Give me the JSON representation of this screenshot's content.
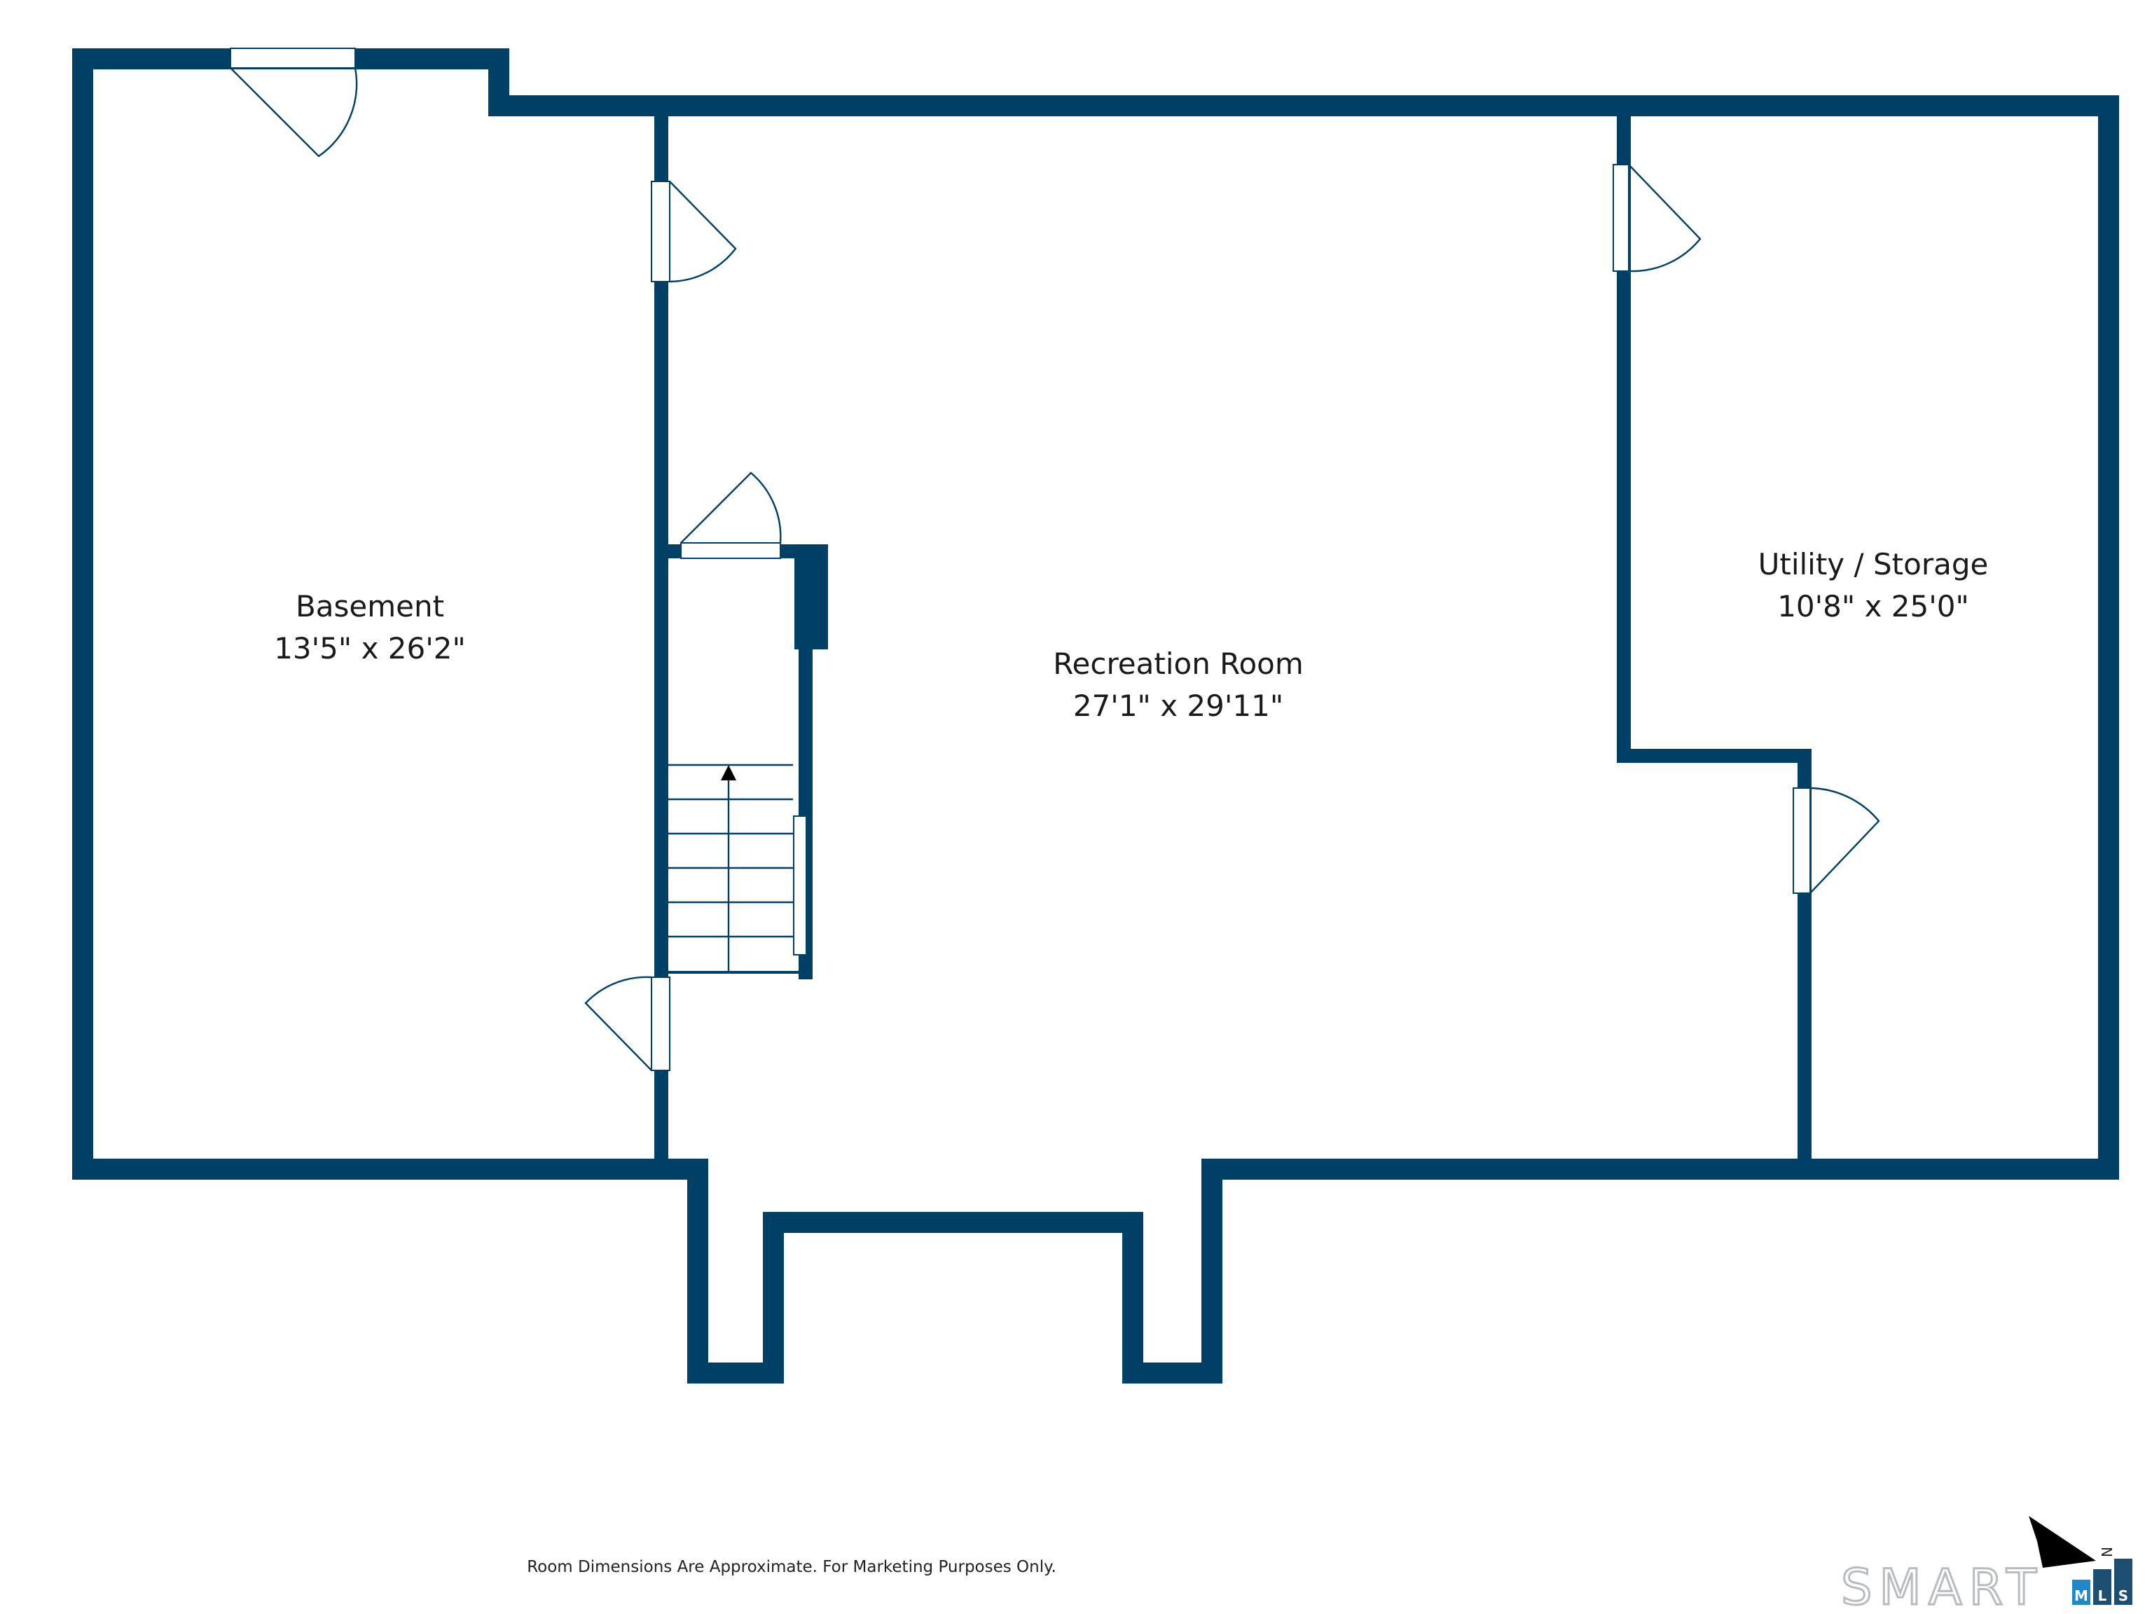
{
  "rooms": {
    "basement": {
      "name": "Basement",
      "dims": "13'5\" x 26'2\""
    },
    "recreation": {
      "name": "Recreation Room",
      "dims": "27'1\" x 29'11\""
    },
    "utility": {
      "name": "Utility / Storage",
      "dims": "10'8\" x 25'0\""
    }
  },
  "footer": {
    "disclaimer": "Room Dimensions Are Approximate. For Marketing Purposes Only."
  },
  "logo": {
    "text": "SMART",
    "letters": [
      "M",
      "L",
      "S"
    ],
    "north": "N"
  },
  "colors": {
    "wall": "#003f66",
    "logo_blue": "#1e88c8",
    "logo_dark": "#1d4f73",
    "logo_gray": "#b7bcc1"
  }
}
